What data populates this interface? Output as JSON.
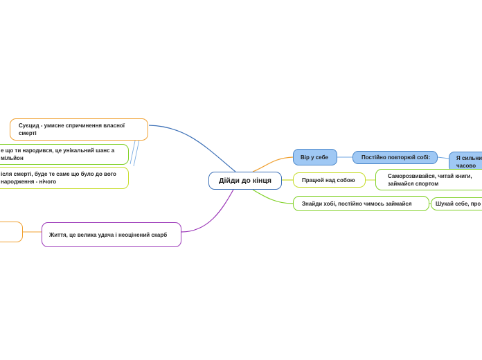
{
  "central": "Дійди до кінця",
  "left": {
    "suicide": "Суєцид - умисне спричинення власної смерті",
    "chance": "е що ти народився, це унікальний шанс а мільйон",
    "after_death": "ісля смерті, буде те саме що було до вого народження - нічого",
    "life": "Життя, це велика удача і неоцінений скарб"
  },
  "right": {
    "believe": "Вір у себе",
    "repeat": "Постійно повторюй собі:",
    "strong": "Я сильни часово",
    "work": "Працюй над собою",
    "develop": "Саморозвивайся, читай книги, займайся спортом",
    "hobby": "Знайди хобі, постійно чимось займайся",
    "search": "Шукай себе, про"
  }
}
